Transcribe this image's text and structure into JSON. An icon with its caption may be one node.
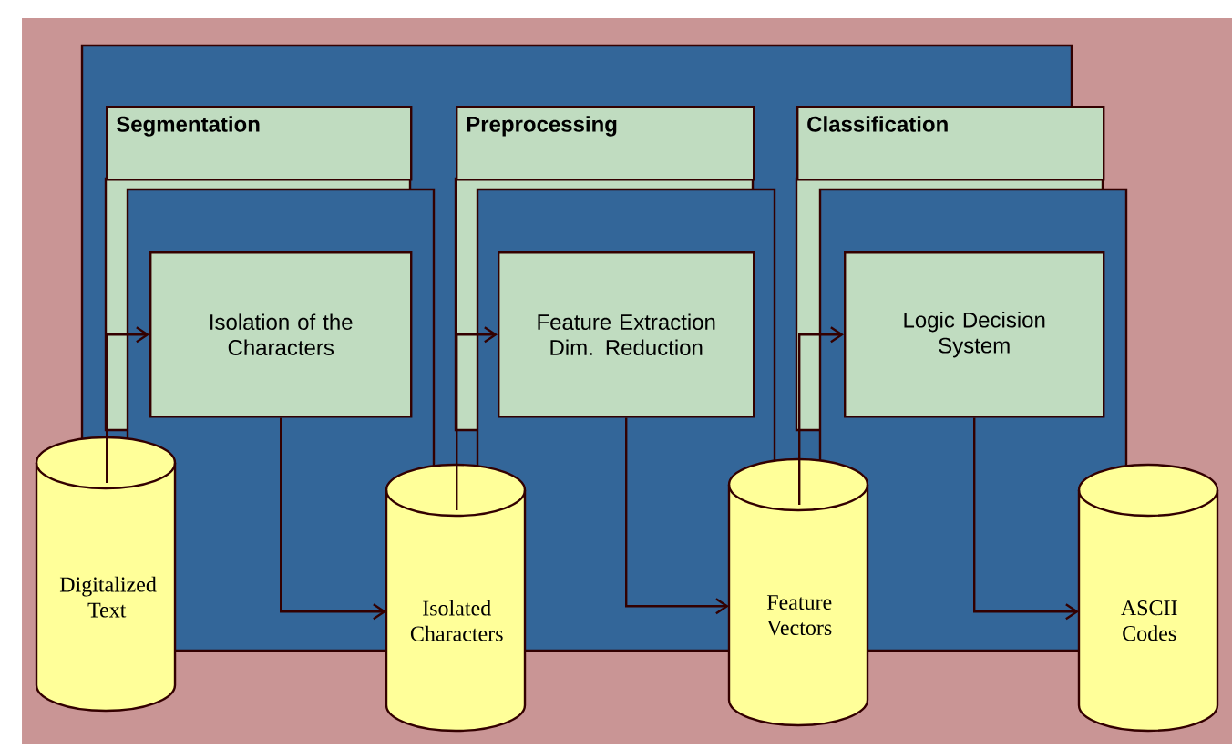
{
  "diagram": {
    "nodes": [
      {
        "text": [
          "Segmentation"
        ]
      },
      {
        "text": [
          "Isolation of the Characters"
        ]
      },
      {
        "text": [
          "Preprocessing"
        ]
      },
      {
        "text": [
          "Feature Extraction Dim. Reduction"
        ]
      },
      {
        "text": [
          "Classification"
        ]
      },
      {
        "text": [
          "Logic Decision System"
        ]
      },
      {
        "text": [
          "Digitalized Text"
        ]
      },
      {
        "text": [
          "Isolated Characters"
        ]
      },
      {
        "text": [
          "Feature Vectors"
        ]
      },
      {
        "text": [
          "ASCII Codes"
        ]
      }
    ],
    "edges": [
      {
        "from": 6,
        "to": 1,
        "arrow": "to"
      },
      {
        "from": 1,
        "to": 7,
        "arrow": "to"
      },
      {
        "from": 7,
        "to": 3,
        "arrow": "to"
      },
      {
        "from": 3,
        "to": 8,
        "arrow": "to"
      },
      {
        "from": 8,
        "to": 5,
        "arrow": "to"
      },
      {
        "from": 5,
        "to": 9,
        "arrow": "to"
      }
    ]
  }
}
